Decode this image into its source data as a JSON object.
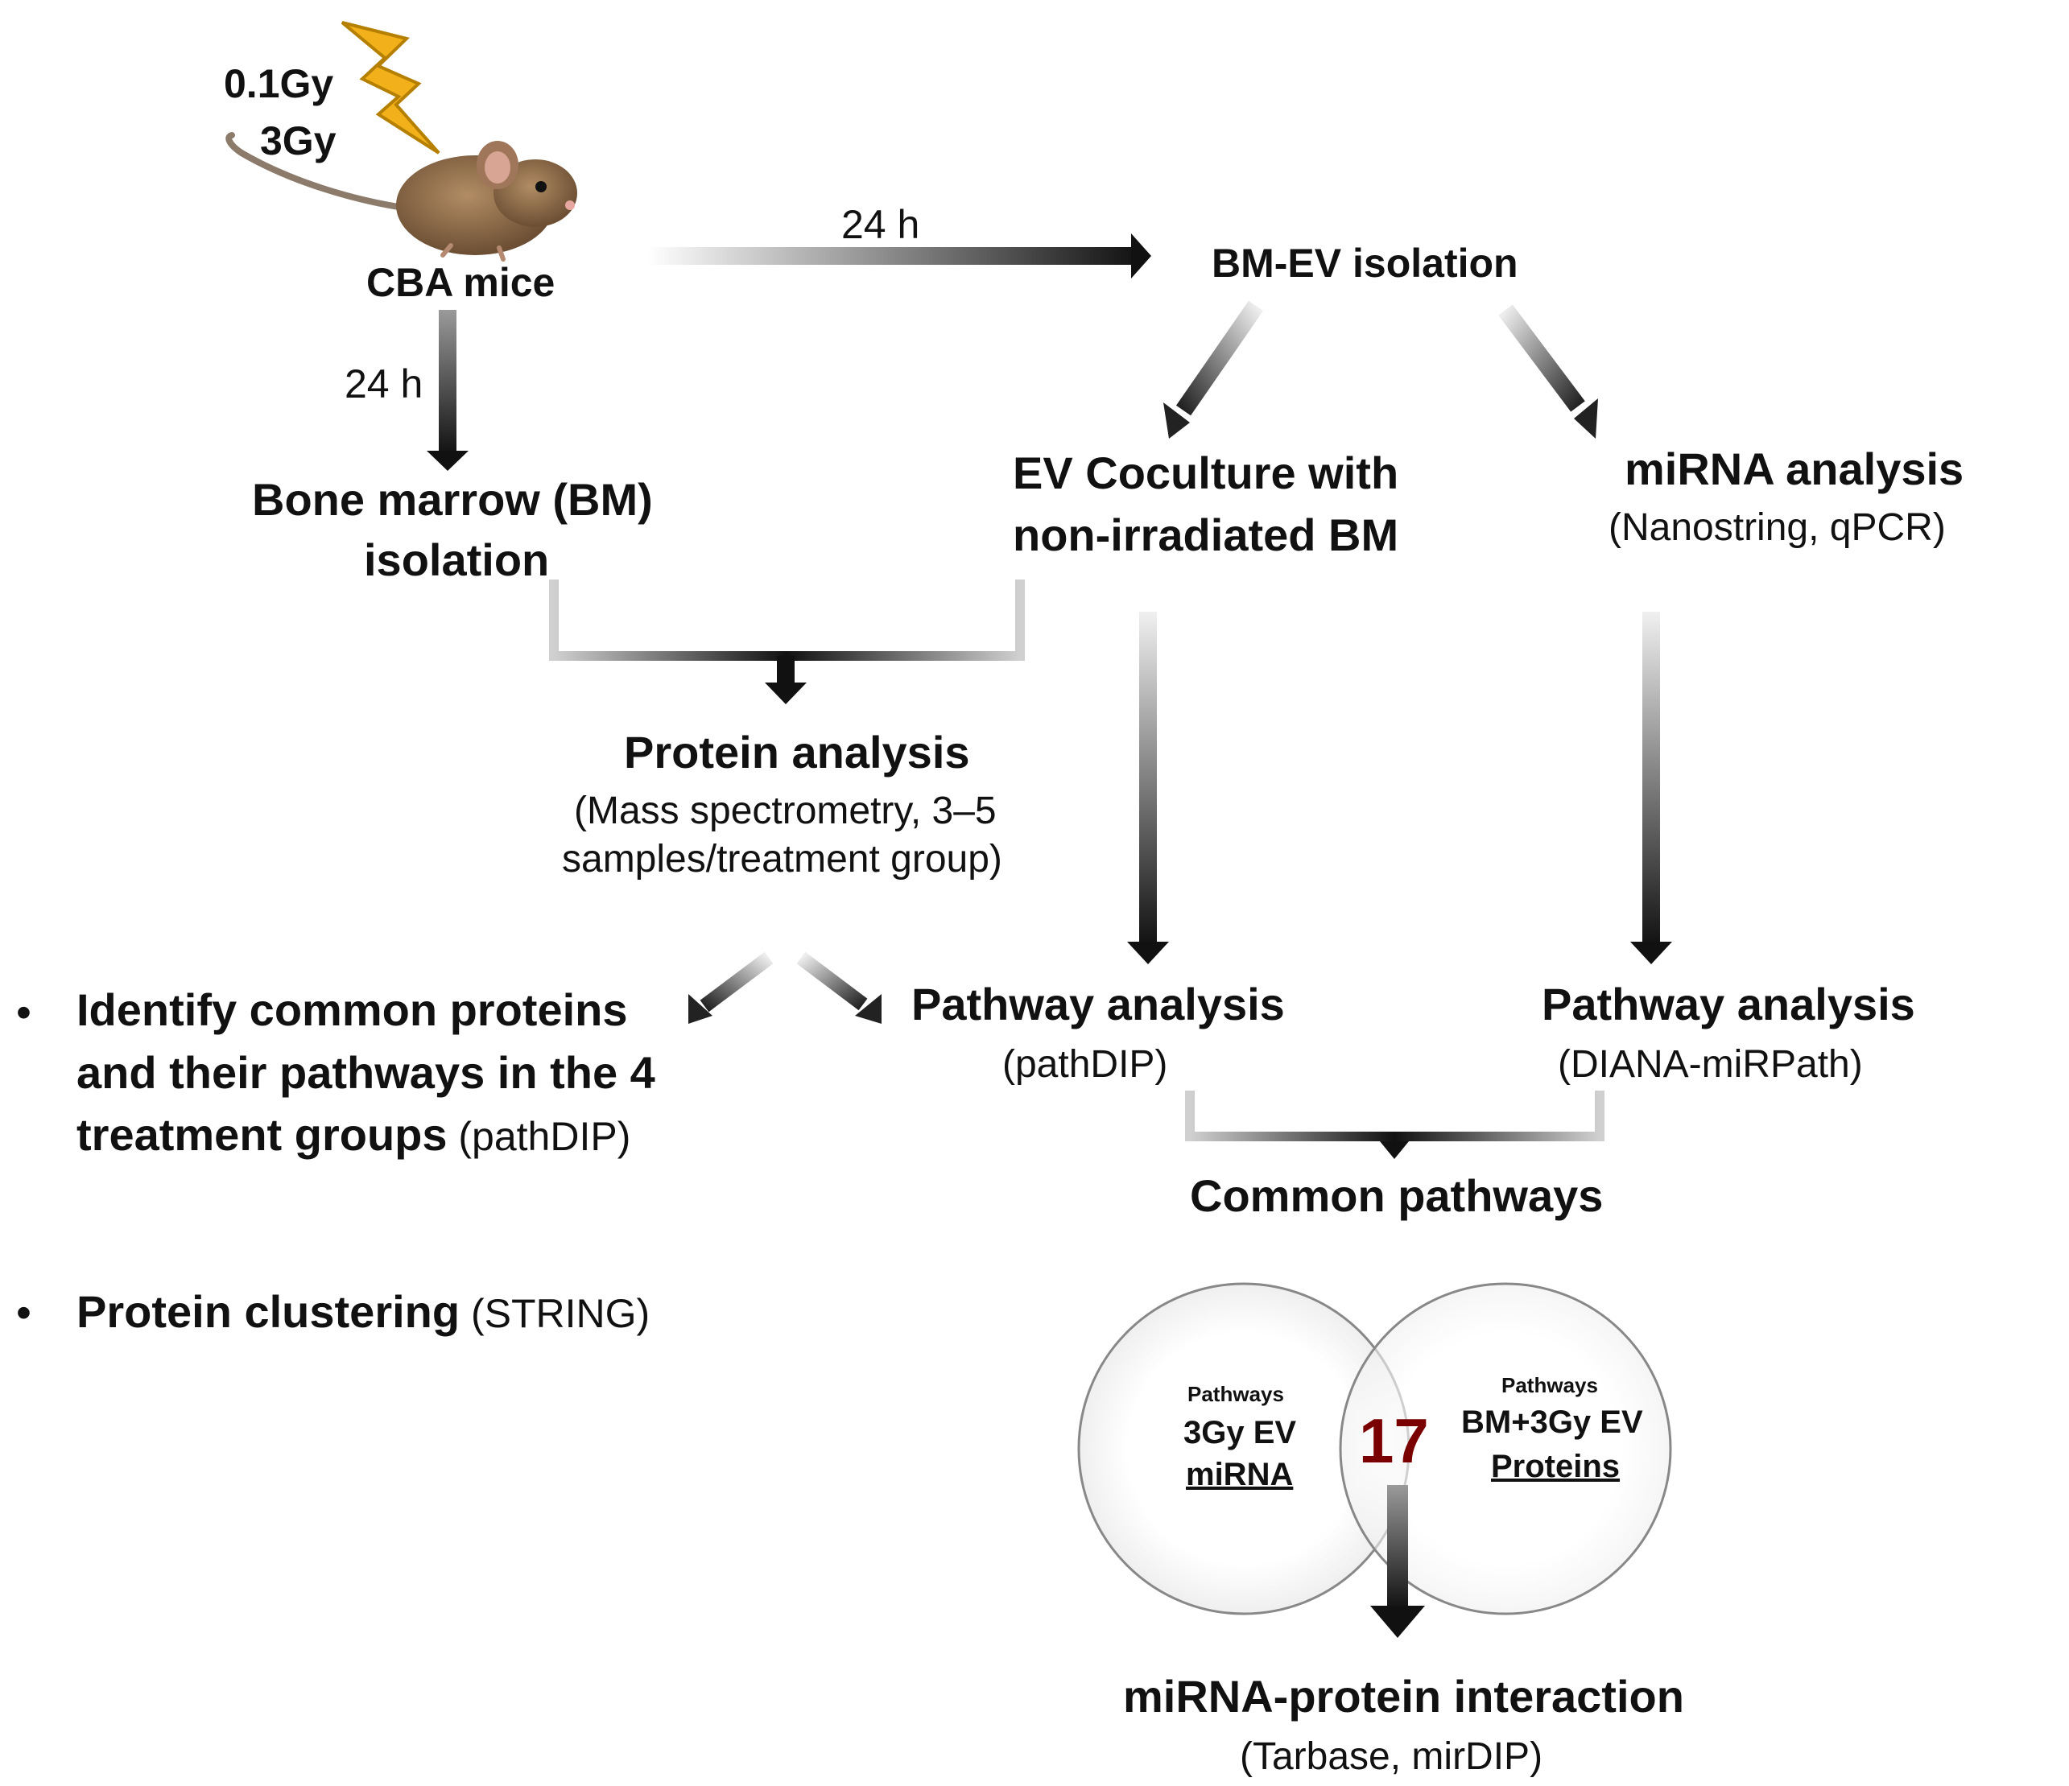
{
  "mouse": {
    "doses": [
      "0.1Gy",
      "3Gy"
    ],
    "label": "CBA mice"
  },
  "arrows": {
    "to_ev_time": "24 h",
    "to_bm_time": "24 h"
  },
  "ev_isolation": {
    "label": "BM-EV isolation"
  },
  "bm_isolation": {
    "line1": "Bone marrow (BM)",
    "line2": "isolation"
  },
  "ev_coculture": {
    "line1": "EV Coculture with",
    "line2": "non-irradiated  BM"
  },
  "mirna_analysis": {
    "title": "miRNA analysis",
    "detail": "(Nanostring,  qPCR)"
  },
  "protein_analysis": {
    "title": "Protein analysis",
    "detail1": "(Mass spectrometry, 3–5",
    "detail2": "samples/treatment group)"
  },
  "bullets": [
    {
      "lines": [
        "Identify common proteins",
        "and their pathways in the 4"
      ],
      "last_bold": "treatment groups",
      "last_detail": " (pathDIP)"
    },
    {
      "bold": "Protein clustering",
      "detail": " (STRING)"
    }
  ],
  "pathway_left": {
    "title": "Pathway analysis",
    "detail": "(pathDIP)"
  },
  "pathway_right": {
    "title": "Pathway analysis",
    "detail": "(DIANA-miRPath)"
  },
  "common_pathways": {
    "label": "Common pathways"
  },
  "venn": {
    "left": {
      "small": "Pathways",
      "line1": "3Gy EV",
      "line2": "miRNA"
    },
    "right": {
      "small": "Pathways",
      "line1": "BM+3Gy EV",
      "line2": "Proteins"
    },
    "overlap": "17"
  },
  "interaction": {
    "title": "miRNA-protein interaction",
    "detail": "(Tarbase,  mirDIP)"
  },
  "colors": {
    "arrow_dark": "#111111",
    "arrow_light": "#e6e6e6",
    "bracket_gray": "#bdbdbd",
    "overlap_number": "#7a0000"
  },
  "icons": [
    "mouse-illustration",
    "lightning-bolt-icon"
  ]
}
